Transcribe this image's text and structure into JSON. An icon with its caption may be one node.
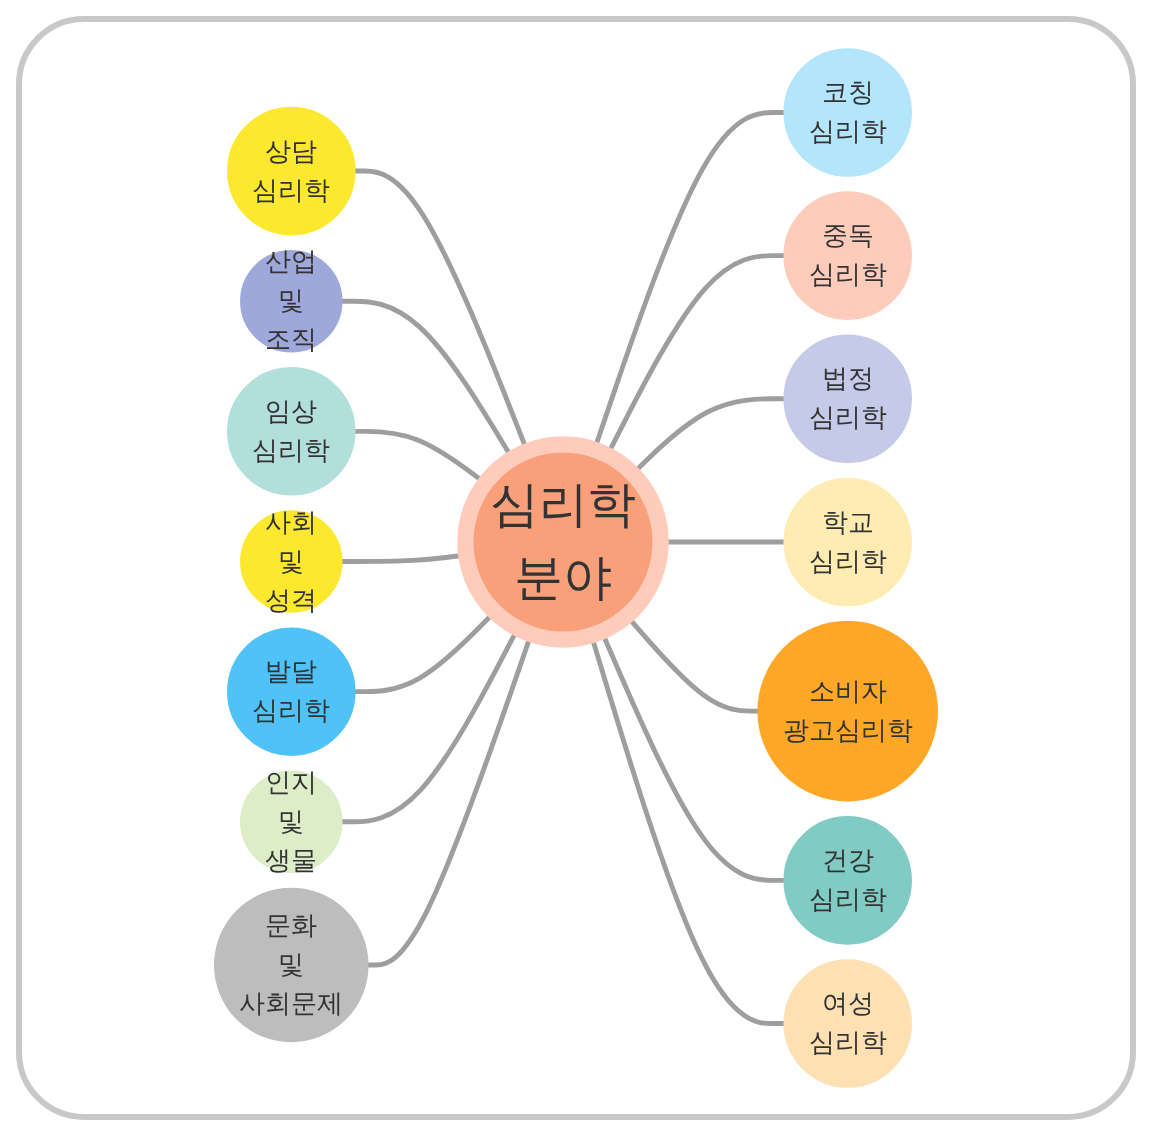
{
  "diagram": {
    "nodes": [
      {
        "text": [
          "심리학 분야"
        ]
      },
      {
        "text": [
          "상담 심리학"
        ]
      },
      {
        "text": [
          "코칭 심리학"
        ]
      },
      {
        "text": [
          "산업 및 조직"
        ]
      },
      {
        "text": [
          "임상 심리학"
        ]
      },
      {
        "text": [
          "중독 심리학"
        ]
      },
      {
        "text": [
          "법정 심리학"
        ]
      },
      {
        "text": [
          "사회 및 성격"
        ]
      },
      {
        "text": [
          "발달 심리학"
        ]
      },
      {
        "text": [
          "학교 심리학"
        ]
      },
      {
        "text": [
          "인지 및 생물"
        ]
      },
      {
        "text": [
          "소비자 광고심리학"
        ]
      },
      {
        "text": [
          "문화 및 사회문제"
        ]
      },
      {
        "text": [
          "건강 심리학"
        ]
      },
      {
        "text": [
          "여성 심리학"
        ]
      }
    ],
    "edges": [
      {
        "from": 1,
        "to": 0,
        "arrow": "none"
      },
      {
        "from": 0,
        "to": 2,
        "arrow": "none"
      },
      {
        "from": 3,
        "to": 0,
        "arrow": "none"
      },
      {
        "from": 4,
        "to": 0,
        "arrow": "none"
      },
      {
        "from": 0,
        "to": 5,
        "arrow": "none"
      },
      {
        "from": 0,
        "to": 6,
        "arrow": "none"
      },
      {
        "from": 7,
        "to": 0,
        "arrow": "none"
      },
      {
        "from": 8,
        "to": 0,
        "arrow": "none"
      },
      {
        "from": 0,
        "to": 9,
        "arrow": "none"
      },
      {
        "from": 10,
        "to": 0,
        "arrow": "none"
      },
      {
        "from": 0,
        "to": 11,
        "arrow": "none"
      },
      {
        "from": 12,
        "to": 0,
        "arrow": "none"
      },
      {
        "from": 0,
        "to": 13,
        "arrow": "none"
      },
      {
        "from": 0,
        "to": 14,
        "arrow": "none"
      }
    ]
  }
}
